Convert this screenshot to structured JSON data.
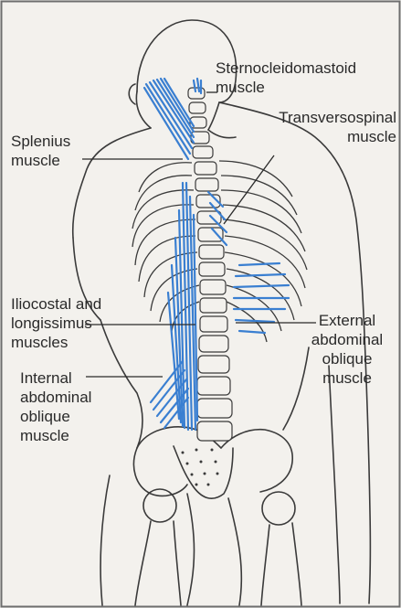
{
  "figure": {
    "labels": {
      "sternocleidomastoid": [
        "Sternocleidomastoid",
        "muscle"
      ],
      "transversospinal": [
        "Transversospinal",
        "muscle"
      ],
      "splenius": [
        "Splenius",
        "muscle"
      ],
      "iliocostal": [
        "Iliocostal and",
        "longissimus",
        "muscles"
      ],
      "external_oblique": [
        "External",
        "abdominal",
        "oblique",
        "muscle"
      ],
      "internal_oblique": [
        "Internal",
        "abdominal",
        "oblique",
        "muscle"
      ]
    },
    "colors": {
      "muscle": "#3a7fd1",
      "outline": "#3a3a3a",
      "background": "#f3f1ed",
      "border": "#6e6e6e"
    }
  }
}
